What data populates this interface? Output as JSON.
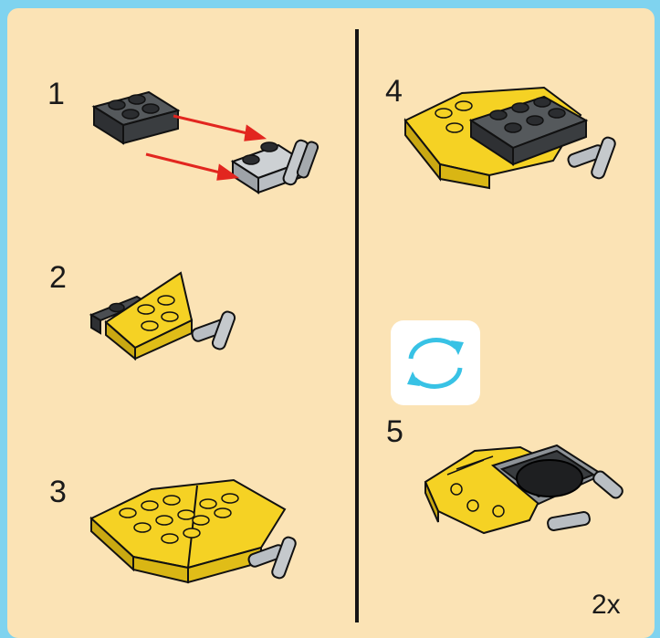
{
  "steps": [
    {
      "number": "1"
    },
    {
      "number": "2"
    },
    {
      "number": "3"
    },
    {
      "number": "4"
    },
    {
      "number": "5"
    }
  ],
  "quantity": "2x",
  "icons": {
    "rotate": "rotate-icon",
    "arrow": "red-arrow-icon"
  },
  "colors": {
    "background": "#fbe3b5",
    "frame": "#7fd3ef",
    "brick_yellow": "#f5d224",
    "brick_dark": "#3a3d40",
    "brick_gray": "#b9bec3",
    "arrow_red": "#e2261f",
    "rotate_blue": "#38c2e5"
  }
}
